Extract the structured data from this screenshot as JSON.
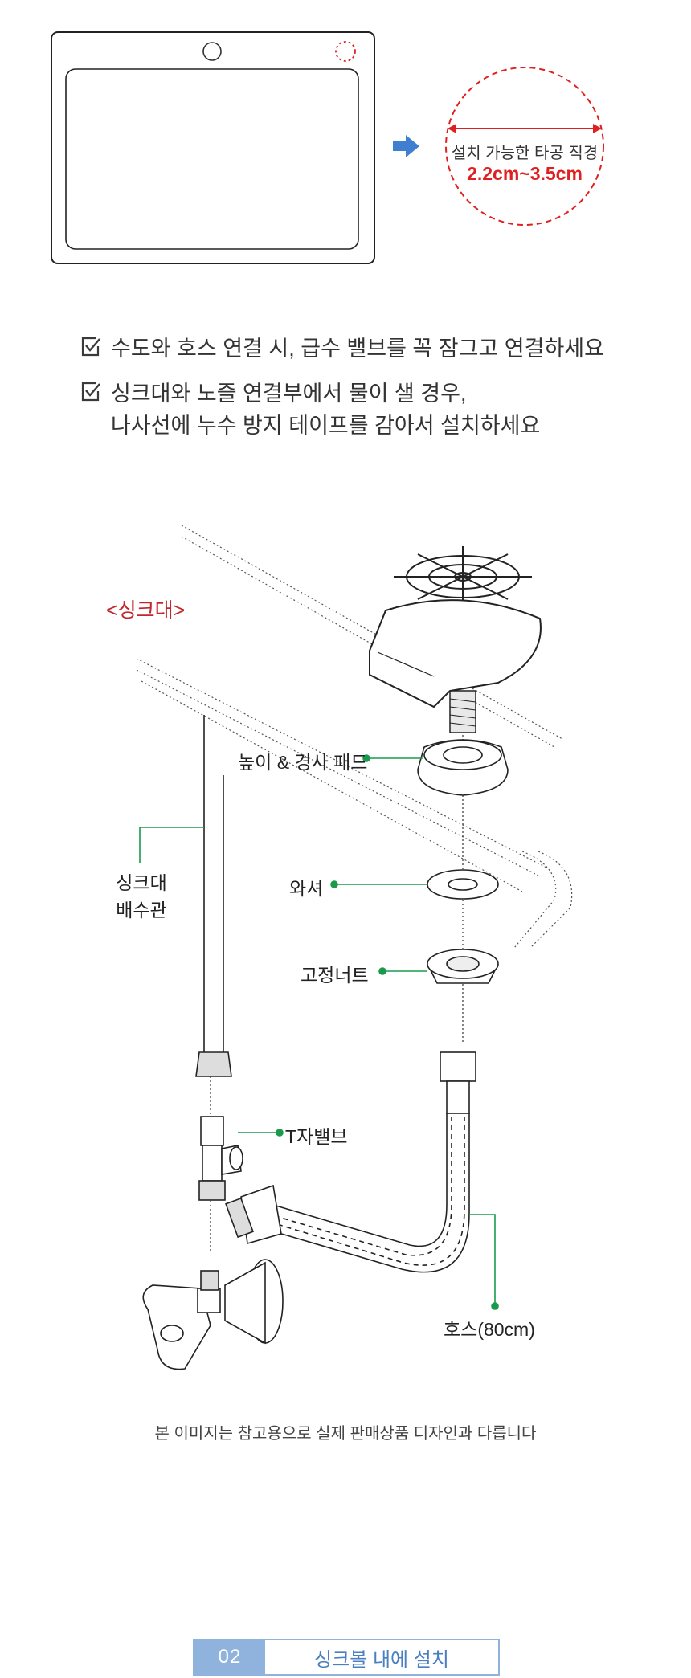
{
  "hole_callout": {
    "label": "설치 가능한 타공 직경",
    "size": "2.2cm~3.5cm"
  },
  "notes": [
    {
      "lines": [
        "수도와 호스 연결 시, 급수 밸브를 꼭 잠그고 연결하세요"
      ]
    },
    {
      "lines": [
        "싱크대와 노즐 연결부에서 물이 샐 경우,",
        "나사선에 누수 방지 테이프를 감아서 설치하세요"
      ]
    }
  ],
  "diagram": {
    "sink_label": "<싱크대>",
    "parts": {
      "pad": "높이 & 경사 패드",
      "washer": "와셔",
      "nut": "고정너트",
      "drain_line1": "싱크대",
      "drain_line2": "배수관",
      "t_valve": "T자밸브",
      "hose": "호스(80cm)"
    }
  },
  "disclaimer": "본 이미지는 참고용으로 실제 판매상품 디자인과 다릅니다",
  "step": {
    "number": "02",
    "title": "싱크볼 내에 설치"
  },
  "colors": {
    "accent_red": "#e02020",
    "sink_red": "#c0282d",
    "leader_green": "#1a9a4c",
    "arrow_blue": "#3f7fd1",
    "step_blue": "#8fb3dc"
  }
}
